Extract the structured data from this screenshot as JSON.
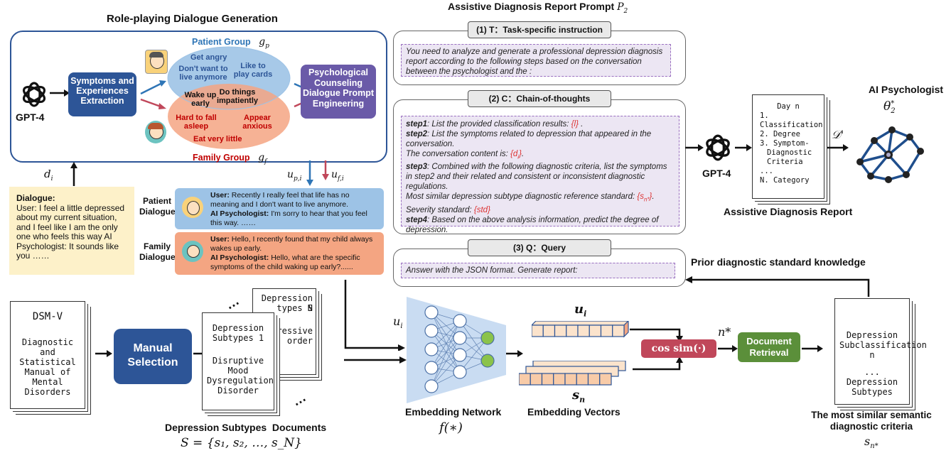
{
  "title_roleplay": "Role-playing Dialogue Generation",
  "title_prompt": "Assistive Diagnosis Report Prompt",
  "title_prompt_sym": "P",
  "title_prompt_sub": "2",
  "gpt_label": "GPT-4",
  "symptoms_box": "Symptoms and Experiences Extraction",
  "patient_group": "Patient Group",
  "patient_group_sym": "g",
  "patient_group_sub": "p",
  "family_group": "Family Group",
  "family_group_sym": "g",
  "family_group_sub": "f",
  "venn": {
    "get_angry": "Get angry",
    "dont_want": "Don't want to live anymore",
    "like_cards": "Like to play cards",
    "wake_early": "Wake up early",
    "do_things": "Do things impatiently",
    "hard_fall": "Hard to fall asleep",
    "appear_anxious": "Appear anxious",
    "eat_little": "Eat very little"
  },
  "counseling_box": "Psychological Counseling Dialogue Prompt Engineering",
  "d_i": "d",
  "d_i_sub": "i",
  "u_p": "u",
  "u_p_sub": "p,i",
  "u_f": "u",
  "u_f_sub": "f,i",
  "dialogue": {
    "heading": "Dialogue:",
    "text": "User: I feel a little depressed about my current situation, and I feel like I am the only one who feels this way AI Psychologist: It sounds like you ……"
  },
  "patient_dialogue_label": "Patient Dialogue",
  "family_dialogue_label": "Family Dialogue",
  "patient_chat": {
    "user_label": "User:",
    "user_text": "Recently I really feel that life has no meaning and I don't want to live anymore.",
    "ai_label": "AI Psychologist:",
    "ai_text": "I'm sorry to hear that you feel this way. ……"
  },
  "family_chat": {
    "user_label": "User:",
    "user_text": "Hello, I recently found that my child always wakes up early.",
    "ai_label": "AI Psychologist:",
    "ai_text": "Hello, what are the specific symptoms of the child waking up early?......"
  },
  "task_tag": "(1) T：Task-specific instruction",
  "task_text": "You need to analyze and generate a professional depression diagnosis report according to the following steps based on the conversation between the psychologist and the :",
  "cot_tag": "(2) C：Chain-of-thoughts",
  "cot": {
    "step1_label": "step1",
    "step1_text": ": List the provided classification results: ",
    "step1_var": "{l}",
    "step1_end": " .",
    "step2_label": "step2",
    "step2_text": ": List the symptoms related to depression that appeared in the conversation.",
    "content_text": "The conversation content is: ",
    "content_var": "{d",
    "content_var_sub": "i",
    "content_var_end": "}",
    "content_end": ".",
    "step3_label": "step3",
    "step3_text": ": Combined with the following diagnostic criteria, list the symptoms in step2 and their related and consistent or inconsistent diagnostic regulations.",
    "similar_text": "Most similar depression subtype diagnostic reference standard: ",
    "similar_var": "{s",
    "similar_var_sub": "n*",
    "similar_var_end": "}",
    "similar_end": ".",
    "severity_text": "Severity standard: ",
    "severity_var": "{std}",
    "step4_label": "step4",
    "step4_text": ": Based on the above analysis information, predict the degree of depression."
  },
  "query_tag": "(3) Q：Query",
  "query_text": "Answer with the JSON format. Generate report:",
  "gpt_label_right": "GPT-4",
  "report_page": [
    "Day n",
    "1. Classification",
    "2. Degree",
    "3. Symptom-",
    "Diagnostic",
    "Criteria",
    "...",
    "N. Category"
  ],
  "report_caption": "Assistive Diagnosis Report",
  "d_prime": "𝒟'",
  "ai_psych_title": "AI Psychologist",
  "theta": "θ",
  "theta_sup": "*",
  "theta_sub": "2",
  "prior_knowledge": "Prior diagnostic standard knowledge",
  "dsm_page": [
    "DSM-V",
    "Diagnostic and Statistical Manual of Mental Disorders"
  ],
  "manual_selection": "Manual Selection",
  "subtype1_page": [
    "Depression Subtypes 1",
    "Disruptive Mood Dysregulation Disorder"
  ],
  "subtypeN_page": [
    "Depression S",
    "types N",
    "Depressive",
    "order"
  ],
  "dots": "⋯",
  "subtypes_caption": "Depression Subtypes  Documents",
  "set_formula": "S = {s₁, s₂, …, s_N}",
  "u_i_left": "u",
  "u_i_left_sub": "i",
  "embedding_network": "Embedding Network",
  "f_star": "f(∗)",
  "u_i_bold": "u",
  "u_i_bold_sub": "i",
  "s_n": "s",
  "s_n_sub": "n",
  "embedding_vectors": "Embedding Vectors",
  "cossim": "cos sim(·)",
  "n_star": "n*",
  "document_retrieval": "Document Retrieval",
  "subclass_page": [
    "Depression Subclassification n",
    "... Depression Subtypes"
  ],
  "similar_caption": "The most similar semantic diagnostic criteria",
  "s_nstar": "s",
  "s_nstar_sub": "n*",
  "colors": {
    "blue_box": "#2d5597",
    "purple_box": "#6a5aa8",
    "patient_blue": "#9dc3e6",
    "family_orange": "#f4a582",
    "cossim_red": "#c0475a",
    "retrieval_green": "#5b8f3a",
    "dialogue_yellow": "#fdf1c9",
    "prompt_purple": "#ece6f3"
  }
}
